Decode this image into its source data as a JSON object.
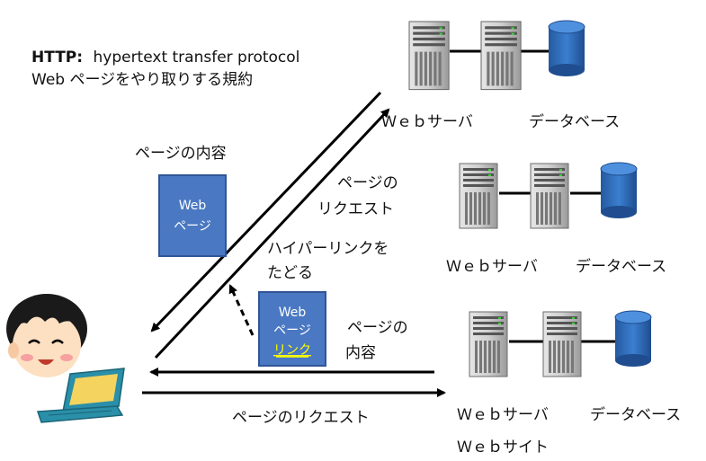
{
  "header": {
    "protocol_abbr": "HTTP:",
    "protocol_full": "hypertext transfer protocol",
    "protocol_desc": "Web ページをやり取りする規約"
  },
  "labels": {
    "page_content_top": "ページの内容",
    "page_request_top_1": "ページの",
    "page_request_top_2": "リクエスト",
    "hyperlink_1": "ハイパーリンクを",
    "hyperlink_2": "たどる",
    "page_content_mid_1": "ページの",
    "page_content_mid_2": "内容",
    "page_request_bottom": "ページのリクエスト",
    "website": "Ｗｅｂサイト"
  },
  "servers": [
    {
      "server_label": "Ｗｅｂサーバ",
      "db_label": "データベース"
    },
    {
      "server_label": "Ｗｅｂサーバ",
      "db_label": "データベース"
    },
    {
      "server_label": "Ｗｅｂサーバ",
      "db_label": "データベース"
    }
  ],
  "web_page_box": {
    "line1": "Web",
    "line2": "ページ"
  },
  "web_page_link_box": {
    "line1": "Web",
    "line2": "ページ",
    "link": "リンク"
  },
  "colors": {
    "box_fill": "#4a78c2",
    "box_border": "#2f5597",
    "link_color": "#ffff00",
    "db_fill": "#2f6db5",
    "laptop_screen": "#f4d35e",
    "laptop_body": "#2a8fa8"
  }
}
